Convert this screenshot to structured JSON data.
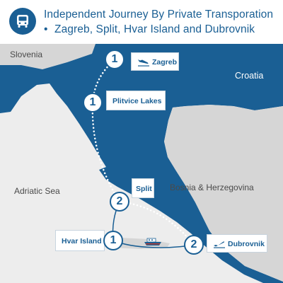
{
  "header": {
    "title": "Independent Journey By Private Transporation",
    "subtitle": "Zagreb, Split, Hvar Island and Dubrovnik",
    "bullet": "•",
    "icon": "bus-icon"
  },
  "map": {
    "regions": {
      "slovenia": "Slovenia",
      "croatia": "Croatia",
      "bosnia": "Bosnia & Herzegovina",
      "sea": "Adriatic Sea"
    },
    "stops": [
      {
        "id": "zagreb",
        "label": "Zagreb",
        "number": "1",
        "icon": "airplane-landing-icon"
      },
      {
        "id": "plitvice",
        "label": "Plitvice Lakes",
        "number": "1"
      },
      {
        "id": "split",
        "label": "Split",
        "number": "2"
      },
      {
        "id": "hvar",
        "label": "Hvar Island",
        "number": "1"
      },
      {
        "id": "dubrovnik",
        "label": "Dubrovnik",
        "number": "2",
        "icon": "airplane-takeoff-icon"
      }
    ],
    "route_legs": [
      {
        "from": "Zagreb",
        "to": "Plitvice Lakes",
        "mode": "road",
        "style": "dotted"
      },
      {
        "from": "Plitvice Lakes",
        "to": "Split",
        "mode": "road",
        "style": "dotted"
      },
      {
        "from": "Split",
        "to": "Hvar Island",
        "mode": "ferry",
        "style": "solid"
      },
      {
        "from": "Hvar Island",
        "to": "Dubrovnik",
        "mode": "ferry",
        "style": "solid",
        "icon": "ferry-icon"
      },
      {
        "from": "Split",
        "to": "Dubrovnik",
        "mode": "road",
        "style": "dotted"
      }
    ],
    "colors": {
      "croatia": "#1a5f94",
      "neighbor_land": "#d6d6d6",
      "sea": "#ededed",
      "accent": "#1a5f94"
    }
  }
}
